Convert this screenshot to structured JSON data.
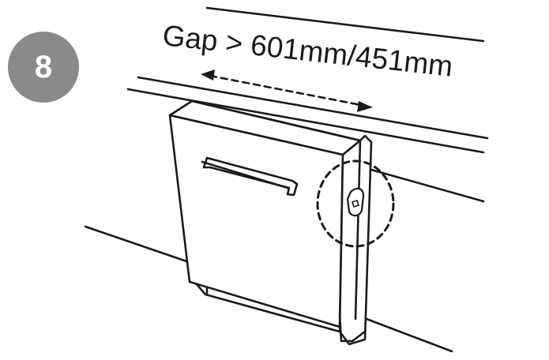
{
  "step": {
    "number": "8",
    "badge_color": "#8a8a8a"
  },
  "gap_label": "Gap > 601mm/451mm",
  "colors": {
    "line": "#1a1a1a",
    "fill": "#ffffff"
  },
  "icons": {
    "dimension_arrow": "double-headed-dashed-arrow",
    "detail_callout": "dashed-circle",
    "hinge_clip": "side-clip"
  }
}
